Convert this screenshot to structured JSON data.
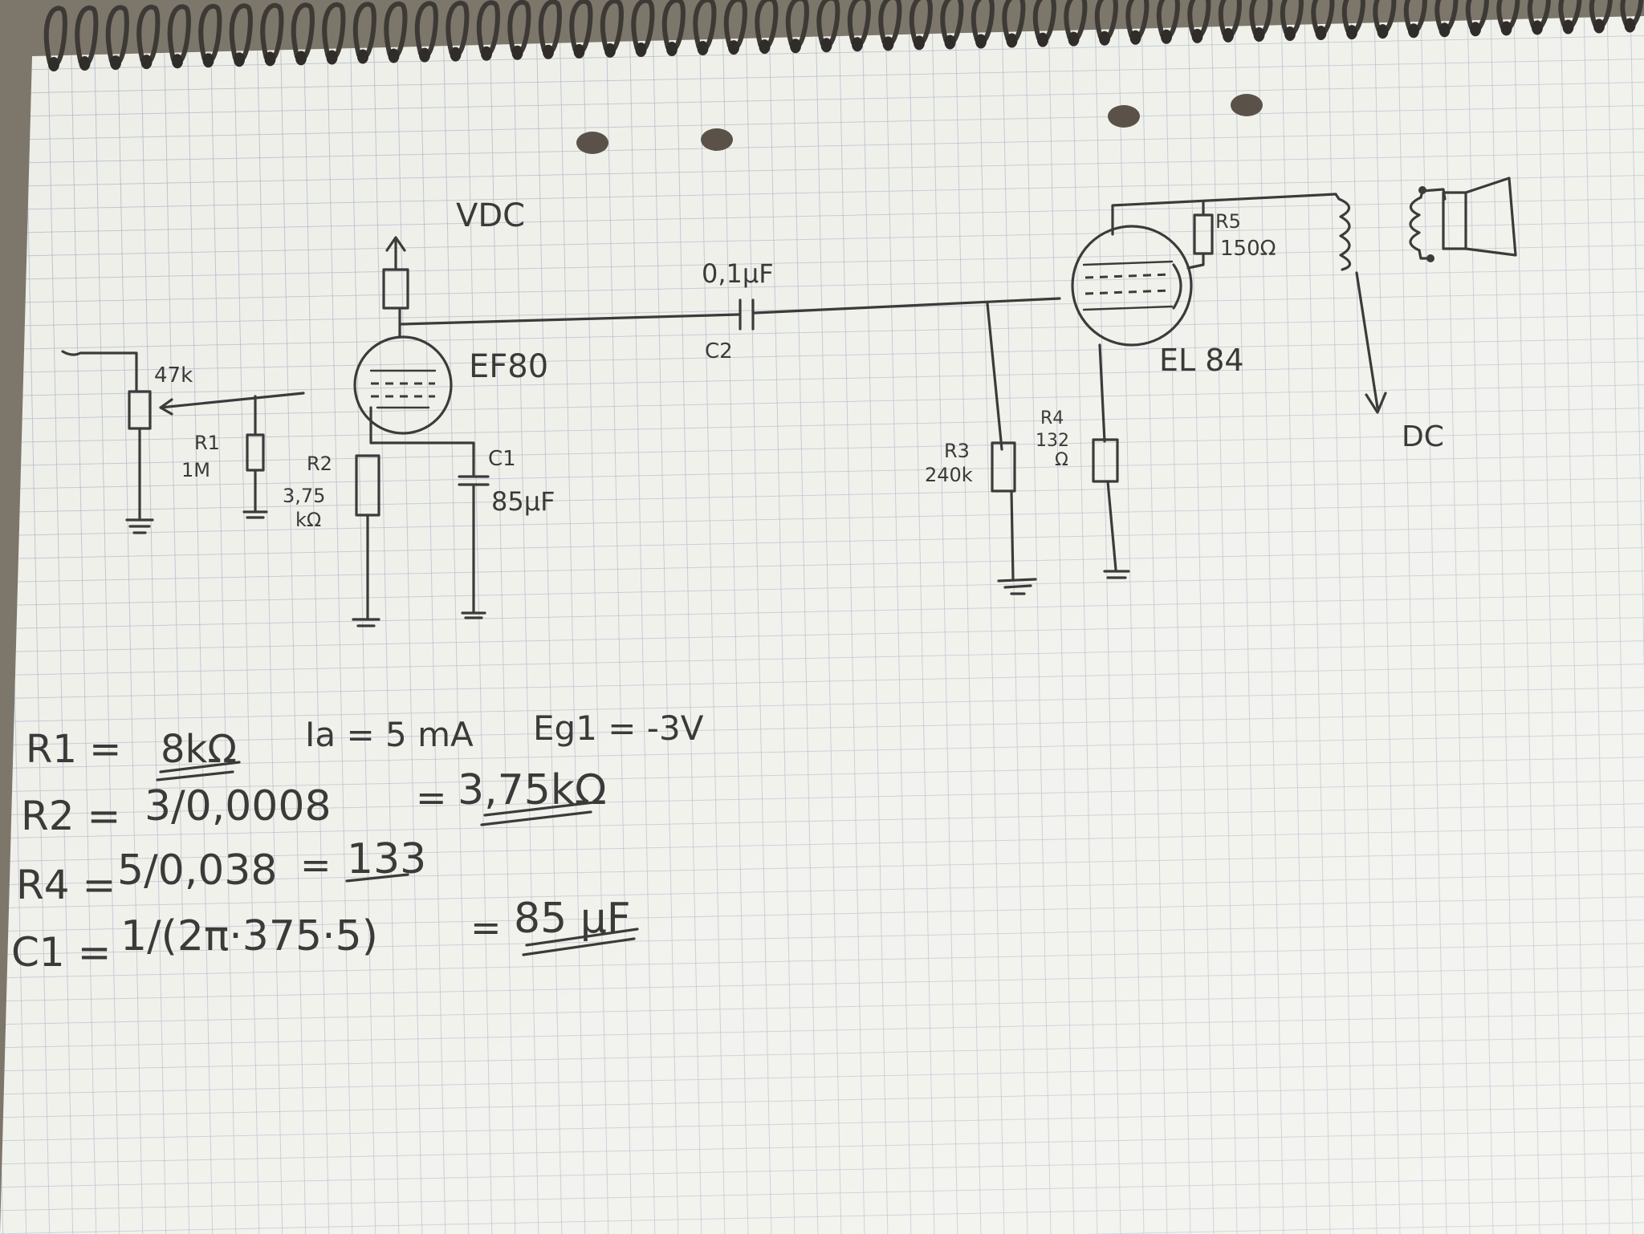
{
  "schematic": {
    "supply_top": "VDC",
    "supply_right": "DC",
    "pot_value": "47k",
    "r1": {
      "name": "R1",
      "value": "1M"
    },
    "r2": {
      "name": "R2",
      "value_1": "3,75",
      "value_2": "kΩ"
    },
    "c1": {
      "name": "C1",
      "value": "85µF"
    },
    "tube1": "EF80",
    "coupling_cap": {
      "name": "C2",
      "value": "0,1µF"
    },
    "r3": {
      "name": "R3",
      "value": "240k"
    },
    "r4": {
      "name": "R4",
      "value_1": "132",
      "value_2": "Ω"
    },
    "r5": {
      "name": "R5",
      "value": "150Ω"
    },
    "tube2": "EL 84"
  },
  "calculations": {
    "line1": {
      "r1_label": "R1 =",
      "r1_value": "8kΩ",
      "ia": "Ia = 5 mA",
      "eg": "Eg1 = -3V"
    },
    "line2": {
      "label": "R2 =",
      "expr": "3/0,0008",
      "eq": "=",
      "result": "3,75kΩ"
    },
    "line3": {
      "label": "R4 =",
      "expr": "5/0,038",
      "eq": "=",
      "result": "133"
    },
    "line4": {
      "label": "C1 =",
      "expr": "1/(2π·375·5)",
      "eq": "=",
      "result": "85 µF"
    }
  },
  "colors": {
    "paper": "#f1f1ec",
    "grid": "#a9b6c6",
    "ink": "#3b3b39"
  }
}
